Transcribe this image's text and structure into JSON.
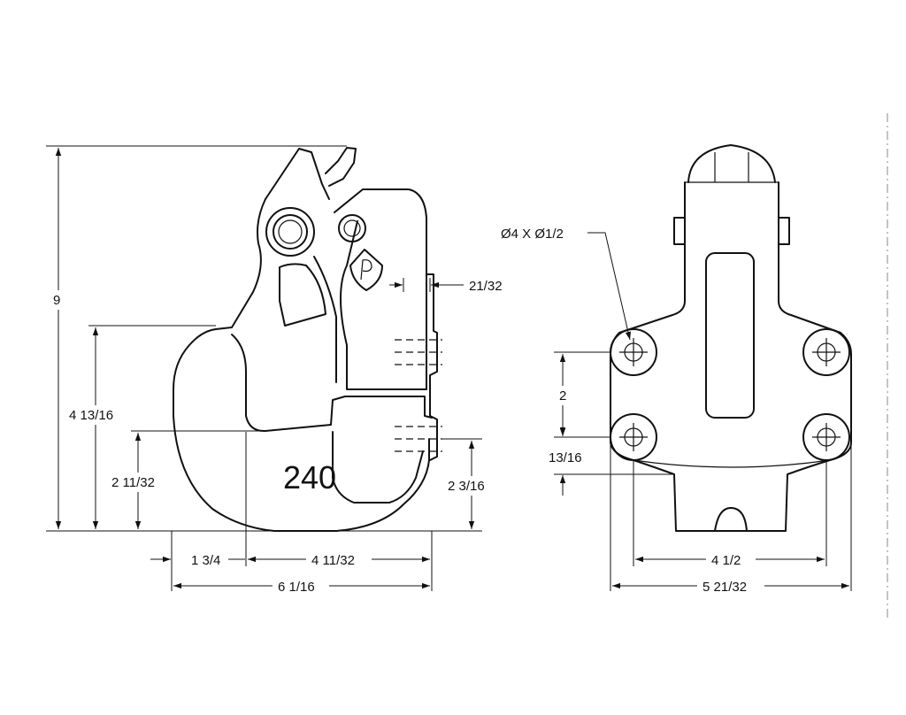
{
  "side_view": {
    "marking": "240",
    "dimensions": {
      "overall_height": "9",
      "jaw_height": "4 13/16",
      "throat_height": "2 11/32",
      "mount_height": "2 3/16",
      "flange_thickness": "21/32",
      "jaw_offset": "1 3/4",
      "body_length": "4 11/32",
      "overall_length": "6 1/16"
    }
  },
  "front_view": {
    "hole_callout": "Ø4 X Ø1/2",
    "dimensions": {
      "hole_spacing_vertical": "2",
      "bottom_offset": "13/16",
      "hole_spacing_horizontal": "4 1/2",
      "overall_width": "5 21/32"
    }
  }
}
